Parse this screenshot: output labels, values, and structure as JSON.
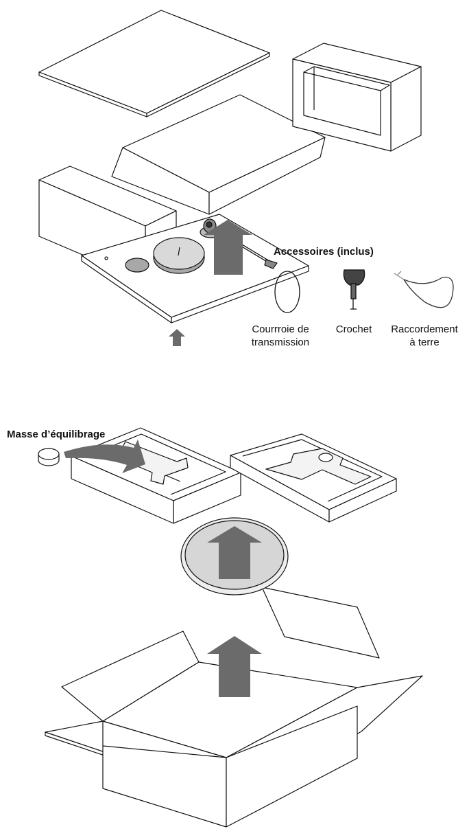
{
  "labels": {
    "accessories_heading": "Accessoires (inclus)",
    "counterweight": "Masse d’équilibrage",
    "belt_line1": "Courrroie de",
    "belt_line2": "transmission",
    "hook": "Crochet",
    "ground_line1": "Raccordement",
    "ground_line2": "à terre"
  },
  "colors": {
    "line": "#111111",
    "arrow_fill": "#6b6b6b",
    "platter_fill": "#d6d6d6",
    "background": "#ffffff"
  }
}
